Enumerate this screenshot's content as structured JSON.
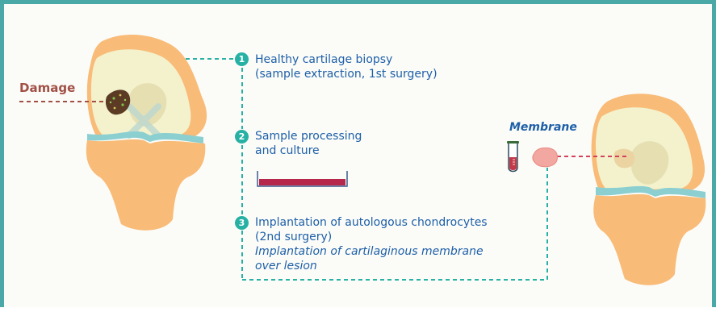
{
  "labels": {
    "damage": "Damage",
    "membrane": "Membrane"
  },
  "steps": [
    {
      "number": "1",
      "line1": "Healthy cartilage biopsy",
      "line2": "(sample extraction, 1st surgery)"
    },
    {
      "number": "2",
      "line1": "Sample processing",
      "line2": "and culture"
    },
    {
      "number": "3",
      "line1": "Implantation of autologous chondrocytes",
      "line2": "(2nd surgery)",
      "line3": "Implantation of cartilaginous membrane",
      "line4": "over lesion"
    }
  ],
  "colors": {
    "frame": "#4aa8a6",
    "dashed_path": "#27b1a4",
    "damage_dash": "#a24f45",
    "membrane_dash": "#d4415a",
    "text": "#1e5fa8",
    "bone": "#f9bb78",
    "cartilage": "#f3f2cc",
    "meniscus": "#8ccfd1",
    "petri_dish": "#b5284b"
  }
}
